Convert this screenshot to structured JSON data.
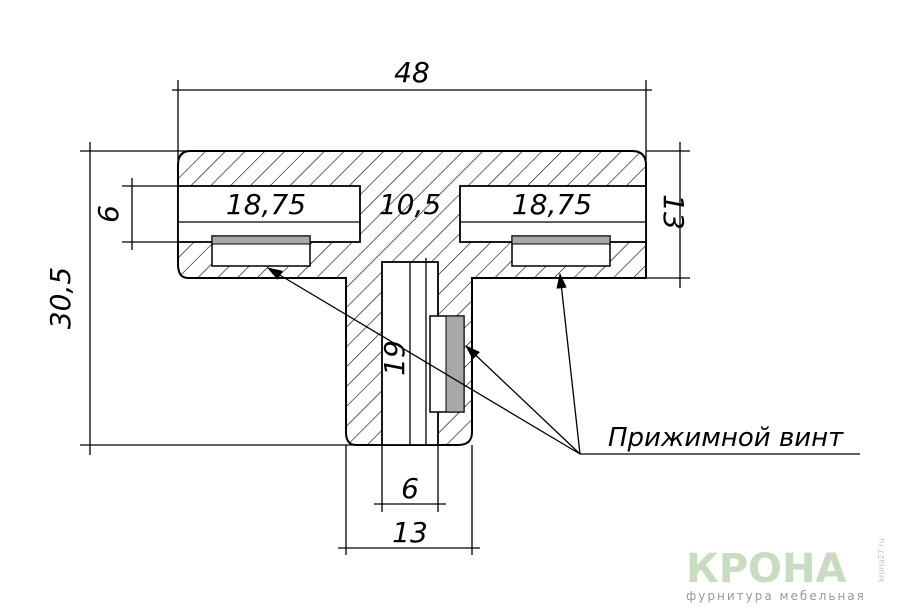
{
  "dimensions": {
    "overall_width": "48",
    "height": "30,5",
    "slot_left": "18,75",
    "center": "10,5",
    "slot_right": "18,75",
    "slot_height": "6",
    "top_height": "13",
    "slot_depth": "19",
    "slot_width": "6",
    "leg_width": "13"
  },
  "callout": {
    "label": "Прижимной винт"
  },
  "logo": {
    "brand": "КРОНА",
    "tagline": "фурнитура мебельная",
    "site": "krona27.ru"
  },
  "colors": {
    "line": "#000000",
    "screw_fill": "#a8a8a8",
    "logo": "#c8dcc0"
  }
}
